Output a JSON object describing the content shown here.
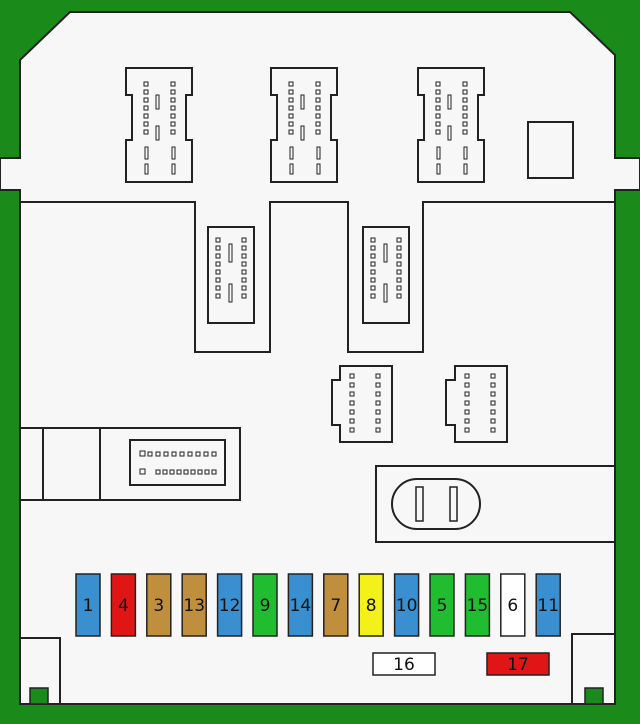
{
  "colors": {
    "background": "#1a8a1a",
    "board": "#f7f7f7",
    "outline": "#222222",
    "blue": "#3a8fd0",
    "red": "#e01616",
    "tan": "#c08f3e",
    "green": "#1fbd2f",
    "yellow": "#f4f01a",
    "white": "#ffffff"
  },
  "fuses": [
    {
      "label": "1",
      "color": "blue"
    },
    {
      "label": "4",
      "color": "red"
    },
    {
      "label": "3",
      "color": "tan"
    },
    {
      "label": "13",
      "color": "tan"
    },
    {
      "label": "12",
      "color": "blue"
    },
    {
      "label": "9",
      "color": "green"
    },
    {
      "label": "14",
      "color": "blue"
    },
    {
      "label": "7",
      "color": "tan"
    },
    {
      "label": "8",
      "color": "yellow"
    },
    {
      "label": "10",
      "color": "blue"
    },
    {
      "label": "5",
      "color": "green"
    },
    {
      "label": "15",
      "color": "green"
    },
    {
      "label": "6",
      "color": "white"
    },
    {
      "label": "11",
      "color": "blue"
    }
  ],
  "bottom_fuses": [
    {
      "label": "16",
      "color": "white"
    },
    {
      "label": "17",
      "color": "red"
    }
  ]
}
